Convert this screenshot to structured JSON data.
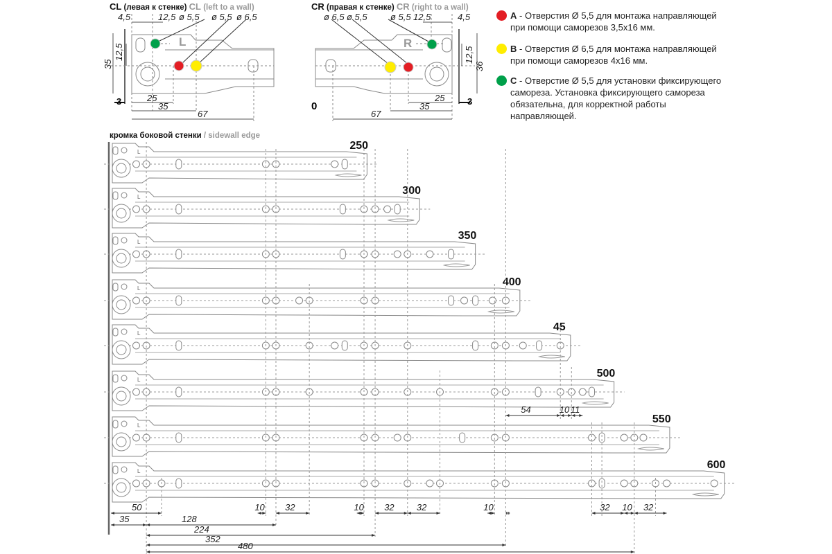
{
  "header": {
    "cl_code": "CL",
    "cl_ru": "(левая к стенке)",
    "cl_en_code": "CL",
    "cl_en": "(left to a wall)",
    "cr_code": "CR",
    "cr_ru": "(правая к стенке)",
    "cr_en_code": "CR",
    "cr_en": "(right to a wall)"
  },
  "cl_detail": {
    "side_letter": "L",
    "dims": {
      "d45": "4,5",
      "d125": "12,5",
      "dia55a": "ø 5,5",
      "dia55b": "ø 5,5",
      "dia65": "ø 6,5",
      "v125": "12,5",
      "v35": "35",
      "h3": "3",
      "h25": "25",
      "h35": "35",
      "h67": "67"
    }
  },
  "cr_detail": {
    "side_letter": "R",
    "zero": "0",
    "dims": {
      "dia65": "ø 6,5",
      "dia55a": "ø 5,5",
      "dia55b": "ø 5,5",
      "d125": "12,5",
      "d45": "4,5",
      "v125": "12,5",
      "v36": "36",
      "h3": "3",
      "h25": "25",
      "h35": "35",
      "h67": "67"
    }
  },
  "legend": [
    {
      "letter": "A",
      "text": " - Отверстия Ø 5,5 для монтажа направляющей при помощи саморезов 3,5x16 мм.",
      "color": "#e31e24"
    },
    {
      "letter": "B",
      "text": " - Отверстия Ø 6,5 для монтажа направляющей при помощи саморезов 4x16 мм.",
      "color": "#ffed00"
    },
    {
      "letter": "C",
      "text": " - Отверстие Ø 5,5 для установки фиксирующего самореза. Установка фиксирующего самореза обязательна, для корректной работы направляющей.",
      "color": "#00a04a"
    }
  ],
  "sidewall": {
    "label_ru": "кромка боковой стенки",
    "label_en": "/ sidewall edge"
  },
  "rails": [
    {
      "length_label": "250",
      "side_letter": "L"
    },
    {
      "length_label": "300",
      "side_letter": "L"
    },
    {
      "length_label": "350",
      "side_letter": "L"
    },
    {
      "length_label": "400",
      "side_letter": "L"
    },
    {
      "length_label": "45",
      "side_letter": "L"
    },
    {
      "length_label": "500",
      "side_letter": "L"
    },
    {
      "length_label": "550",
      "side_letter": "L"
    },
    {
      "length_label": "600",
      "side_letter": "L"
    }
  ],
  "rail500_dims": [
    "54",
    "10",
    "11"
  ],
  "bottom_dims": {
    "row1": [
      "50",
      "10",
      "32",
      "10",
      "32",
      "32",
      "10",
      "32",
      "10",
      "32"
    ],
    "row2": [
      "35",
      "128"
    ],
    "d224": "224",
    "d352": "352",
    "d480": "480"
  }
}
